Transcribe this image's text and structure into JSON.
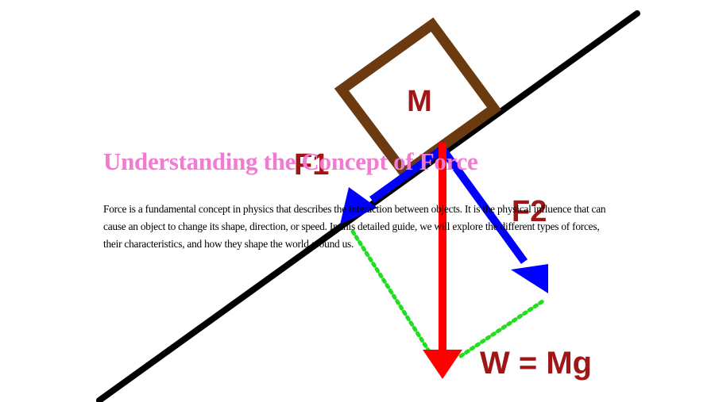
{
  "slide": {
    "title": "Understanding the Concept of Force",
    "body": "Force is a fundamental concept in physics that describes the interaction between objects. It is the physical influence that can cause an object to change its shape, direction, or speed. In this detailed guide, we will explore the different types of forces, their characteristics, and how they shape the world around us."
  },
  "diagram": {
    "mass_label": "M",
    "force1_label": "F1",
    "force2_label": "F2",
    "weight_label": "W = Mg"
  },
  "colors": {
    "title": "#f27ad1",
    "block": "#6b3a10",
    "label": "#a01515",
    "incline": "#000000",
    "weight_arrow": "#ff0000",
    "component_arrows": "#0000ff",
    "construction_lines": "#22dd22"
  }
}
